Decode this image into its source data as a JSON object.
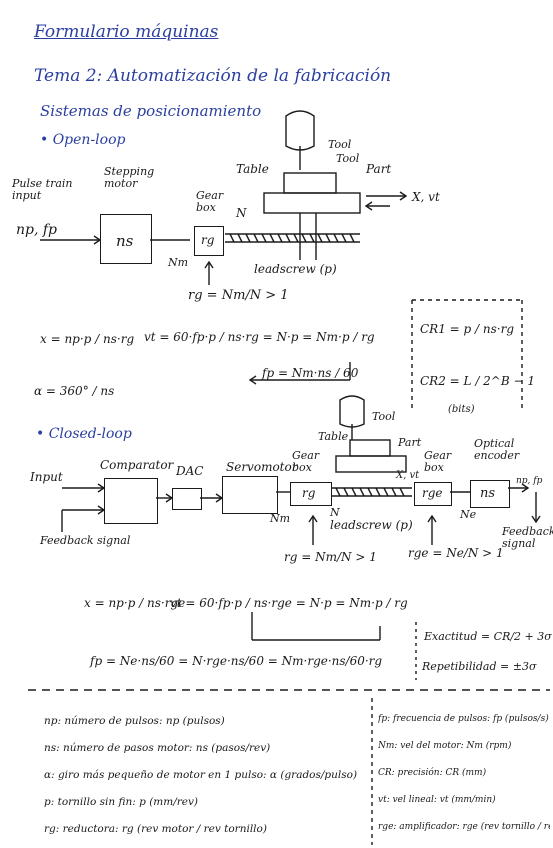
{
  "header": {
    "title": "Formulario máquinas",
    "topic": "Tema 2: Automatización de la fabricación",
    "subtopic": "Sistemas de posicionamiento"
  },
  "open_loop": {
    "heading": "• Open-loop",
    "pulse_train_input": "Pulse train input",
    "np_fp": "np, fp",
    "stepping_motor": "Stepping motor",
    "ns": "ns",
    "gear_box": "Gear box",
    "rg_box": "rg",
    "N": "N",
    "Nm": "Nm",
    "table": "Table",
    "tool": "Tool",
    "tool_label": "Tool",
    "part": "Part",
    "v_vt": "X, vt",
    "leadscrew": "leadscrew (p)",
    "rg_formula": "rg = Nm/N > 1",
    "x_formula": "x = np·p / ns·rg",
    "vt_formula": "vt = 60·fp·p / ns·rg = N·p = Nm·p / rg",
    "fp_formula": "fp = Nm·ns / 60",
    "alpha_formula": "α = 360° / ns",
    "cr1": "CR1 = p / ns·rg",
    "cr2": "CR2 = L / 2^B − 1",
    "bits_note": "(bits)"
  },
  "closed_loop": {
    "heading": "• Closed-loop",
    "input": "Input",
    "comparator": "Comparator",
    "dac": "DAC",
    "servomotor": "Servomotor",
    "gear_box": "Gear box",
    "rg_box": "rg",
    "gear_box_2": "Gear box",
    "rge_box": "rge",
    "optical_encoder": "Optical encoder",
    "ns_box": "ns",
    "np_fp_out": "np, fp",
    "feedback_signal": "Feedback signal",
    "feedback_signal_right": "Feedback signal",
    "table": "Table",
    "tool": "Tool",
    "part": "Part",
    "v_vt": "X, vt",
    "Nm": "Nm",
    "N": "N",
    "Ne": "Ne",
    "leadscrew": "leadscrew (p)",
    "rg_formula": "rg = Nm/N > 1",
    "rge_formula": "rge = Ne/N > 1",
    "x_formula": "x = np·p / ns·rge",
    "vt_formula": "vt = 60·fp·p / ns·rge = N·p = Nm·p / rg",
    "fp_formula": "fp = Ne·ns/60 = N·rge·ns/60 = Nm·rge·ns/60·rg",
    "exactitud": "Exactitud = CR/2 + 3σ",
    "repetibilidad": "Repetibilidad = ±3σ"
  },
  "legend_left": [
    "np: número de pulsos: np (pulsos)",
    "ns: número de pasos motor: ns (pasos/rev)",
    "α: giro más pequeño de motor en 1 pulso: α (grados/pulso)",
    "p: tornillo sin fin: p (mm/rev)",
    "rg: reductora: rg (rev motor / rev tornillo)"
  ],
  "legend_right": [
    "fp: frecuencia de pulsos: fp (pulsos/s) = vt",
    "Nm: vel del motor: Nm (rpm)",
    "CR: precisión: CR (mm)",
    "vt: vel lineal: vt (mm/min)",
    "rge: amplificador: rge (rev tornillo / rev encoder)"
  ]
}
